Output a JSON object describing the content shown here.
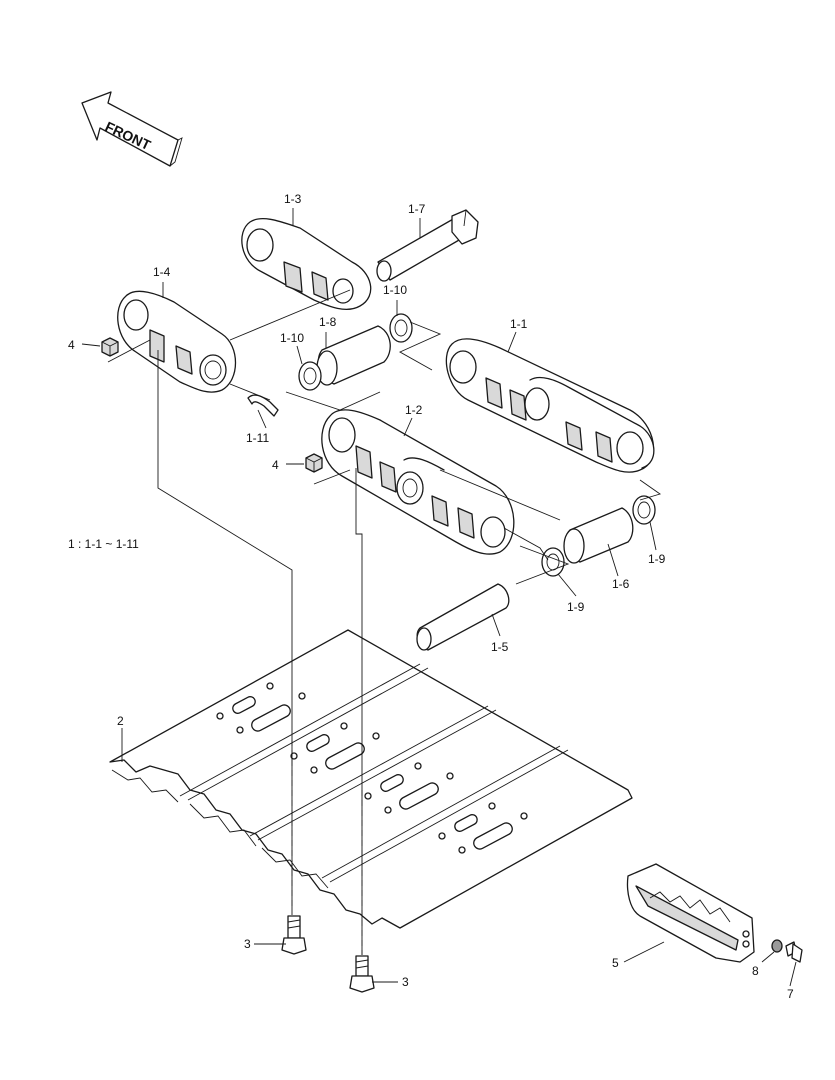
{
  "front_arrow": {
    "text": "FRONT"
  },
  "legend": {
    "text": "1 : 1-1 ~ 1-11"
  },
  "labels": {
    "p1_1": "1-1",
    "p1_2": "1-2",
    "p1_3": "1-3",
    "p1_4": "1-4",
    "p1_5": "1-5",
    "p1_6": "1-6",
    "p1_7": "1-7",
    "p1_8": "1-8",
    "p1_9a": "1-9",
    "p1_9b": "1-9",
    "p1_10a": "1-10",
    "p1_10b": "1-10",
    "p1_11": "1-11",
    "p2": "2",
    "p3a": "3",
    "p3b": "3",
    "p4a": "4",
    "p4b": "4",
    "p5": "5",
    "p7": "7",
    "p8": "8"
  }
}
